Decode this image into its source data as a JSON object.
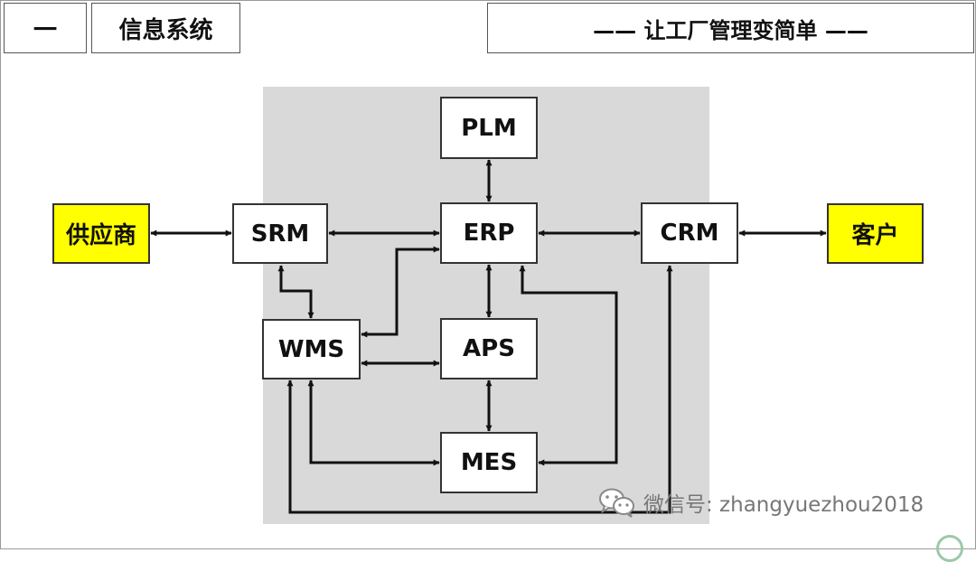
{
  "header": {
    "number": "一",
    "title": "信息系统",
    "slogan": "—— 让工厂管理变简单 ——"
  },
  "nodes": {
    "supplier": "供应商",
    "srm": "SRM",
    "plm": "PLM",
    "erp": "ERP",
    "crm": "CRM",
    "customer": "客户",
    "wms": "WMS",
    "aps": "APS",
    "mes": "MES"
  },
  "colors": {
    "highlight": "#ffff00",
    "system_area": "#d9d9d9"
  },
  "watermark": {
    "icon": "wechat-icon",
    "text": "微信号: zhangyuezhou2018"
  }
}
